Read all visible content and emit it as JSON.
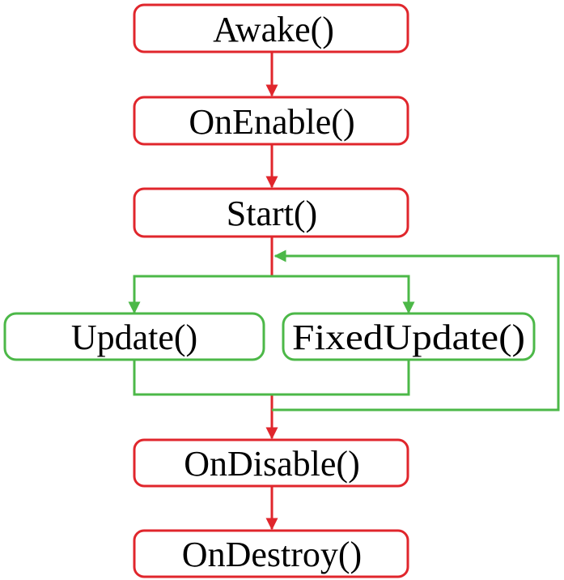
{
  "colors": {
    "red": "#e0262c",
    "green": "#4cb848",
    "text": "#000000",
    "background": "#ffffff"
  },
  "nodes": {
    "awake": "Awake()",
    "on_enable": "OnEnable()",
    "start": "Start()",
    "update": "Update()",
    "fixed_update": "FixedUpdate()",
    "on_disable": "OnDisable()",
    "on_destroy": "OnDestroy()"
  }
}
